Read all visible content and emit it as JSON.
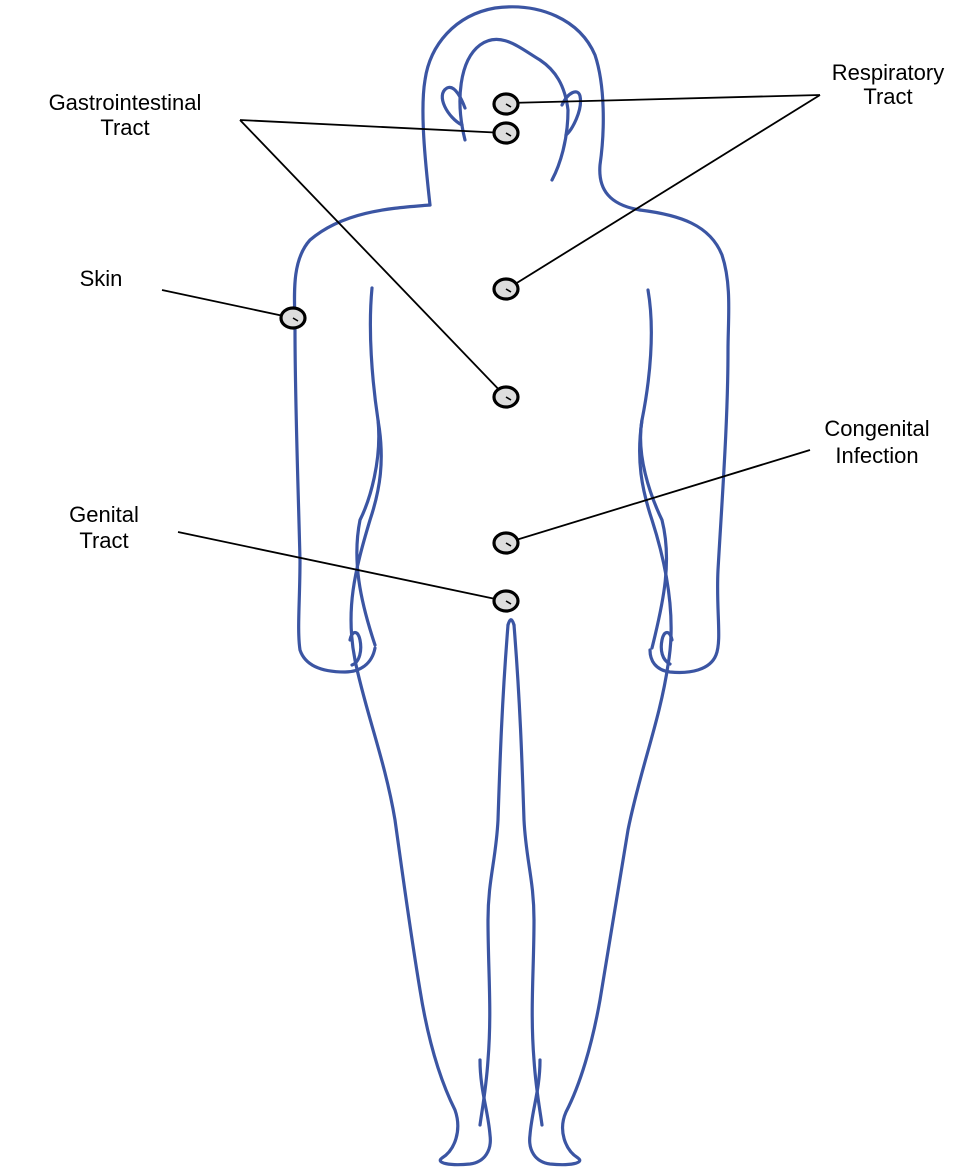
{
  "labels": {
    "gastrointestinal_line1": "Gastrointestinal",
    "gastrointestinal_line2": "Tract",
    "respiratory_line1": "Respiratory",
    "respiratory_line2": "Tract",
    "skin": "Skin",
    "congenital_line1": "Congenital",
    "congenital_line2": "Infection",
    "genital_line1": "Genital",
    "genital_line2": "Tract"
  },
  "colors": {
    "outline": "#3b55a3",
    "marker_fill": "#dddddd",
    "marker_stroke": "#000000",
    "leader": "#000000",
    "text": "#000000"
  }
}
